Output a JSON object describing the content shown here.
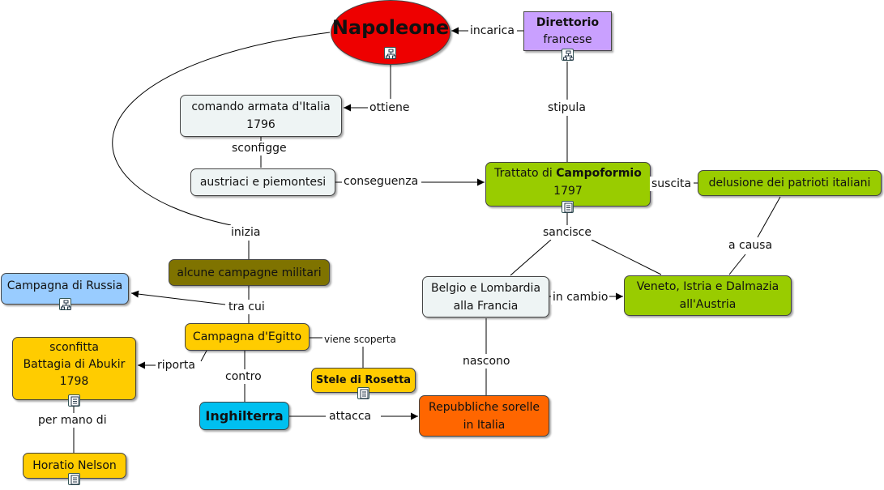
{
  "colors": {
    "red": "#ee0000",
    "lavender": "#c9a0ff",
    "pale": "#eef4f4",
    "green": "#99cc00",
    "olive": "#7f7300",
    "blue": "#99ccff",
    "yellow": "#ffcc00",
    "cyan": "#00c0f0",
    "orange": "#ff6600"
  },
  "nodes": {
    "napoleone": "Napoleone",
    "direttorio_1": "Direttorio",
    "direttorio_2": "francese",
    "comando_1": "comando armata d'Italia",
    "comando_2": "1796",
    "austriaci": "austriaci e piemontesi",
    "trattato_1a": "Trattato di ",
    "trattato_1b": "Campoformio",
    "trattato_2": "1797",
    "delusione": "delusione dei patrioti italiani",
    "campagne": "alcune campagne militari",
    "russia": "Campagna di Russia",
    "egitto": "Campagna d'Egitto",
    "abukir_1": "sconfitta",
    "abukir_2": "Battagia di Abukir",
    "abukir_3": "1798",
    "nelson": "Horatio Nelson",
    "inghilterra": "Inghilterra",
    "rosetta": "Stele di Rosetta",
    "belgio_1": "Belgio e Lombardia",
    "belgio_2": "alla Francia",
    "veneto_1": "Veneto, Istria e Dalmazia",
    "veneto_2": "all'Austria",
    "repubbliche_1": "Repubbliche sorelle",
    "repubbliche_2": "in Italia"
  },
  "links": {
    "incarica": "incarica",
    "ottiene": "ottiene",
    "stipula": "stipula",
    "sconfigge": "sconfigge",
    "conseguenza": "conseguenza",
    "suscita": "suscita",
    "inizia": "inizia",
    "sancisce": "sancisce",
    "a_causa": "a causa",
    "tra_cui": "tra cui",
    "in_cambio": "in cambio",
    "viene_scoperta": "viene scoperta",
    "riporta": "riporta",
    "contro": "contro",
    "nascono": "nascono",
    "per_mano_di": "per mano di",
    "attacca": "attacca"
  },
  "icons": {
    "concept_map": "concept-map-icon",
    "document": "document-icon"
  }
}
